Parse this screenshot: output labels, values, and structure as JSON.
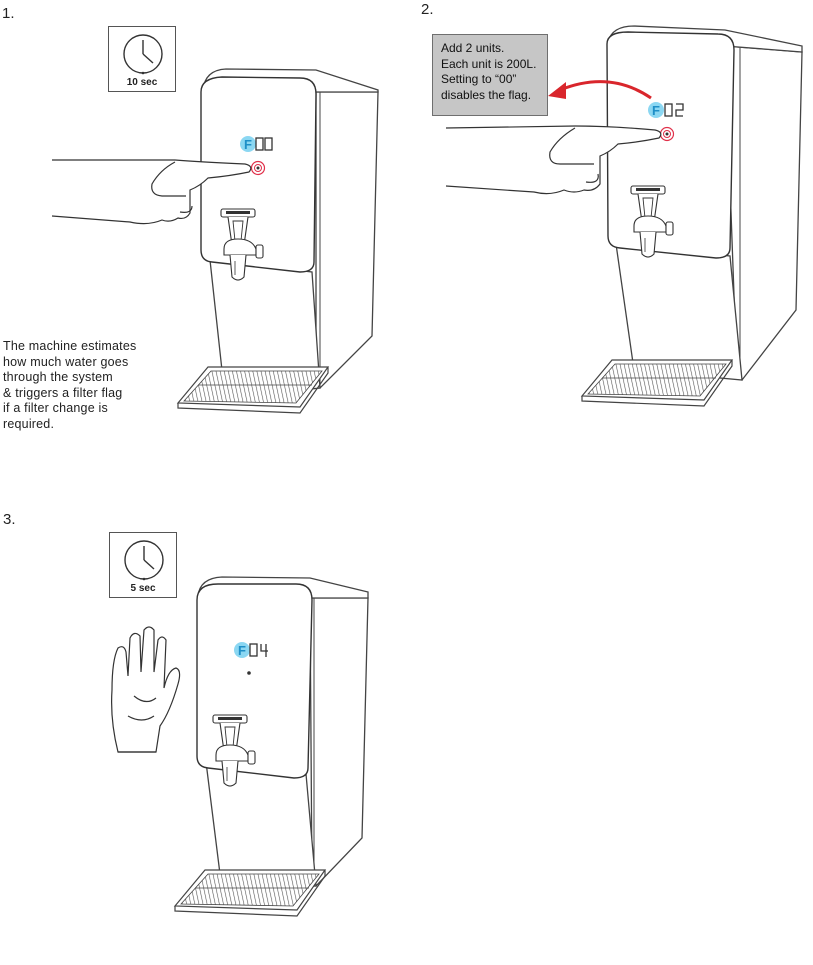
{
  "steps": [
    {
      "number": "1.",
      "timer_label": "10 sec",
      "display": "F00"
    },
    {
      "number": "2.",
      "display": "F02"
    },
    {
      "number": "3.",
      "timer_label": "5 sec",
      "display": "F04"
    }
  ],
  "info_lines": [
    "The machine estimates",
    "how much water goes",
    "through the system",
    "& triggers a filter flag",
    "if a filter change is",
    "required."
  ],
  "callout_lines": [
    "Add 2 units.",
    "Each unit is 200L.",
    "Setting to “00”",
    "disables the flag."
  ],
  "colors": {
    "display_accent": "#2bb7e8",
    "button_ring": "#e0304a",
    "arrow": "#d9262c",
    "callout_bg": "#c6c6c6"
  },
  "icons": [
    "clock-icon",
    "pointing-hand-icon",
    "open-hand-icon",
    "curved-arrow-icon"
  ]
}
